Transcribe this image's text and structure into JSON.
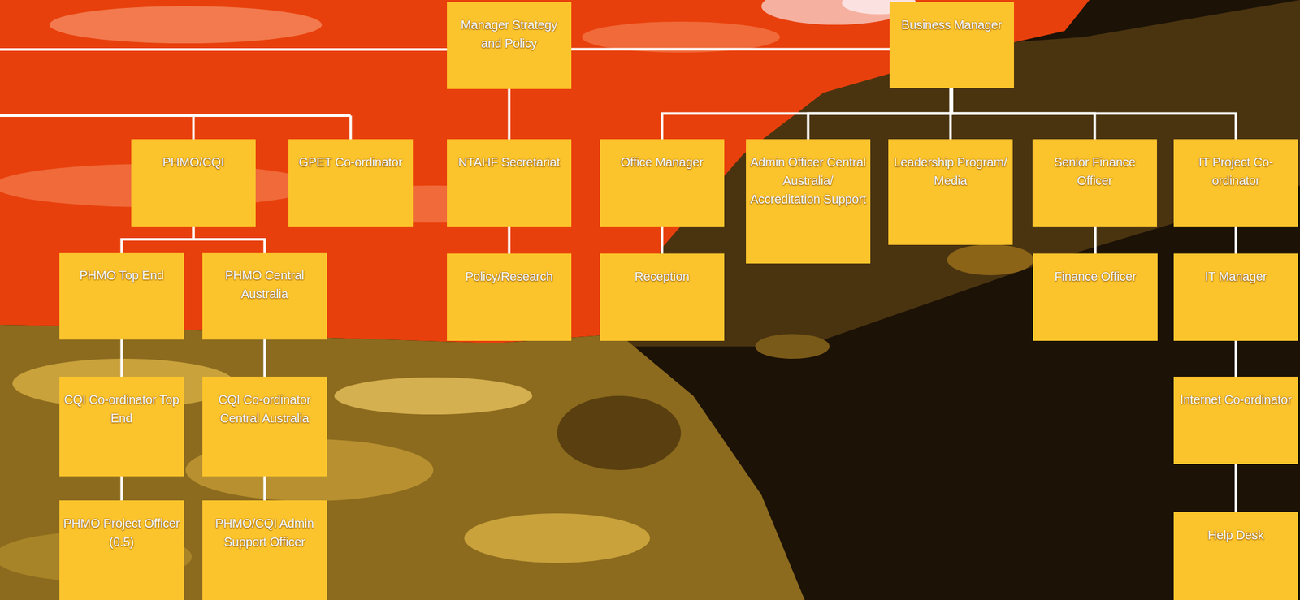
{
  "diagram": {
    "nodes": [
      {
        "text": [
          "Manager Strategy and Policy"
        ]
      },
      {
        "text": [
          "Business Manager"
        ]
      },
      {
        "text": [
          "PHMO/CQI"
        ]
      },
      {
        "text": [
          "GPET Co-ordinator"
        ]
      },
      {
        "text": [
          "NTAHF Secretariat"
        ]
      },
      {
        "text": [
          "Office Manager"
        ]
      },
      {
        "text": [
          "Admin Officer Central Australia/ Accreditation Support"
        ]
      },
      {
        "text": [
          "Leadership Program/ Media"
        ]
      },
      {
        "text": [
          "Senior Finance Officer"
        ]
      },
      {
        "text": [
          "IT Project Co-ordinator"
        ]
      },
      {
        "text": [
          "PHMO Top End"
        ]
      },
      {
        "text": [
          "PHMO Central Australia"
        ]
      },
      {
        "text": [
          "Policy/Research"
        ]
      },
      {
        "text": [
          "Reception"
        ]
      },
      {
        "text": [
          "Finance Officer"
        ]
      },
      {
        "text": [
          "IT Manager"
        ]
      },
      {
        "text": [
          "CQI Co-ordinator Top End"
        ]
      },
      {
        "text": [
          "CQI Co-ordinator Central Australia"
        ]
      },
      {
        "text": [
          "Internet Co-ordinator"
        ]
      },
      {
        "text": [
          "PHMO Project Officer (0.5)"
        ]
      },
      {
        "text": [
          "PHMO/CQI Admin Support Officer"
        ]
      },
      {
        "text": [
          "Help Desk"
        ]
      }
    ],
    "edges": [
      {
        "from": 0,
        "to": 1,
        "arrow": "none"
      },
      {
        "from": 0,
        "to": 4,
        "arrow": "none"
      },
      {
        "from": 4,
        "to": 12,
        "arrow": "none"
      },
      {
        "from": 1,
        "to": 5,
        "arrow": "none"
      },
      {
        "from": 1,
        "to": 6,
        "arrow": "none"
      },
      {
        "from": 1,
        "to": 7,
        "arrow": "none"
      },
      {
        "from": 1,
        "to": 8,
        "arrow": "none"
      },
      {
        "from": 1,
        "to": 9,
        "arrow": "none"
      },
      {
        "from": 2,
        "to": 10,
        "arrow": "none"
      },
      {
        "from": 2,
        "to": 11,
        "arrow": "none"
      },
      {
        "from": 10,
        "to": 16,
        "arrow": "none"
      },
      {
        "from": 16,
        "to": 19,
        "arrow": "none"
      },
      {
        "from": 11,
        "to": 17,
        "arrow": "none"
      },
      {
        "from": 17,
        "to": 20,
        "arrow": "none"
      },
      {
        "from": 5,
        "to": 13,
        "arrow": "none"
      },
      {
        "from": 8,
        "to": 14,
        "arrow": "none"
      },
      {
        "from": 9,
        "to": 15,
        "arrow": "none"
      },
      {
        "from": 15,
        "to": 18,
        "arrow": "none"
      },
      {
        "from": 18,
        "to": 21,
        "arrow": "none"
      }
    ]
  }
}
